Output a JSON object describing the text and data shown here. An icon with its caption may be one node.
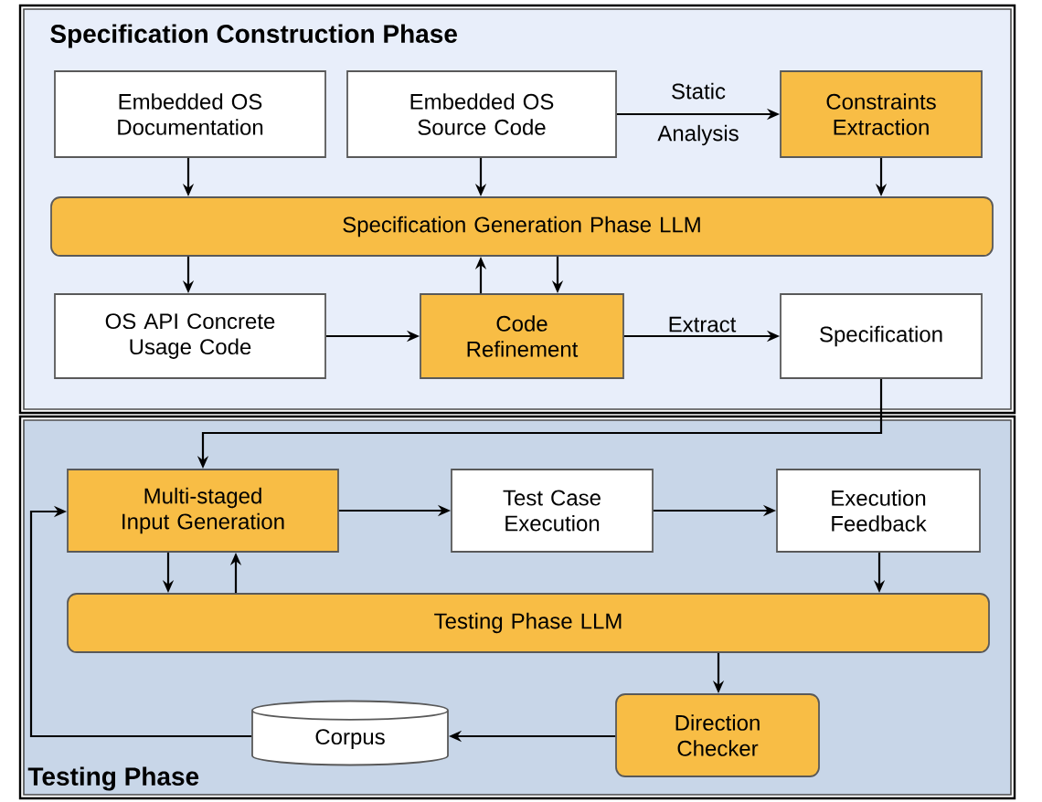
{
  "diagram": {
    "nodes": [
      {
        "text": [
          "Specification Construction Phase"
        ]
      },
      {
        "text": [
          "Embedded OS Documentation"
        ],
        "in": 0
      },
      {
        "text": [
          "Embedded OS Source Code"
        ],
        "in": 0
      },
      {
        "text": [
          "Constraints Extraction"
        ],
        "in": 0
      },
      {
        "text": [
          "Specification Generation Phase LLM"
        ],
        "in": 0
      },
      {
        "text": [
          "OS API Concrete Usage Code"
        ],
        "in": 0
      },
      {
        "text": [
          "Code Refinement"
        ],
        "in": 0
      },
      {
        "text": [
          "Specification"
        ],
        "in": 0
      },
      {
        "text": [
          "Testing Phase"
        ]
      },
      {
        "text": [
          "Multi-staged Input Generation"
        ],
        "in": 8
      },
      {
        "text": [
          "Test Case Execution"
        ],
        "in": 8
      },
      {
        "text": [
          "Execution Feedback"
        ],
        "in": 8
      },
      {
        "text": [
          "Testing Phase LLM"
        ],
        "in": 8
      },
      {
        "text": [
          "Direction Checker"
        ],
        "in": 8
      },
      {
        "text": [
          "Corpus"
        ],
        "in": 8
      }
    ],
    "edges": [
      {
        "from": 2,
        "to": 3,
        "arrow": "to",
        "label": "Static Analysis"
      },
      {
        "from": 1,
        "to": 4,
        "arrow": "to"
      },
      {
        "from": 2,
        "to": 4,
        "arrow": "to"
      },
      {
        "from": 3,
        "to": 4,
        "arrow": "to"
      },
      {
        "from": 4,
        "to": 5,
        "arrow": "to"
      },
      {
        "from": 6,
        "to": 4,
        "arrow": "to"
      },
      {
        "from": 4,
        "to": 6,
        "arrow": "to"
      },
      {
        "from": 5,
        "to": 6,
        "arrow": "to"
      },
      {
        "from": 6,
        "to": 7,
        "arrow": "to",
        "label": "Extract"
      },
      {
        "from": 7,
        "to": 9,
        "arrow": "to"
      },
      {
        "from": 9,
        "to": 10,
        "arrow": "to"
      },
      {
        "from": 10,
        "to": 11,
        "arrow": "to"
      },
      {
        "from": 9,
        "to": 12,
        "arrow": "to"
      },
      {
        "from": 12,
        "to": 9,
        "arrow": "to"
      },
      {
        "from": 11,
        "to": 12,
        "arrow": "to"
      },
      {
        "from": 12,
        "to": 13,
        "arrow": "to"
      },
      {
        "from": 13,
        "to": 14,
        "arrow": "to"
      },
      {
        "from": 14,
        "to": 9,
        "arrow": "to"
      }
    ]
  }
}
